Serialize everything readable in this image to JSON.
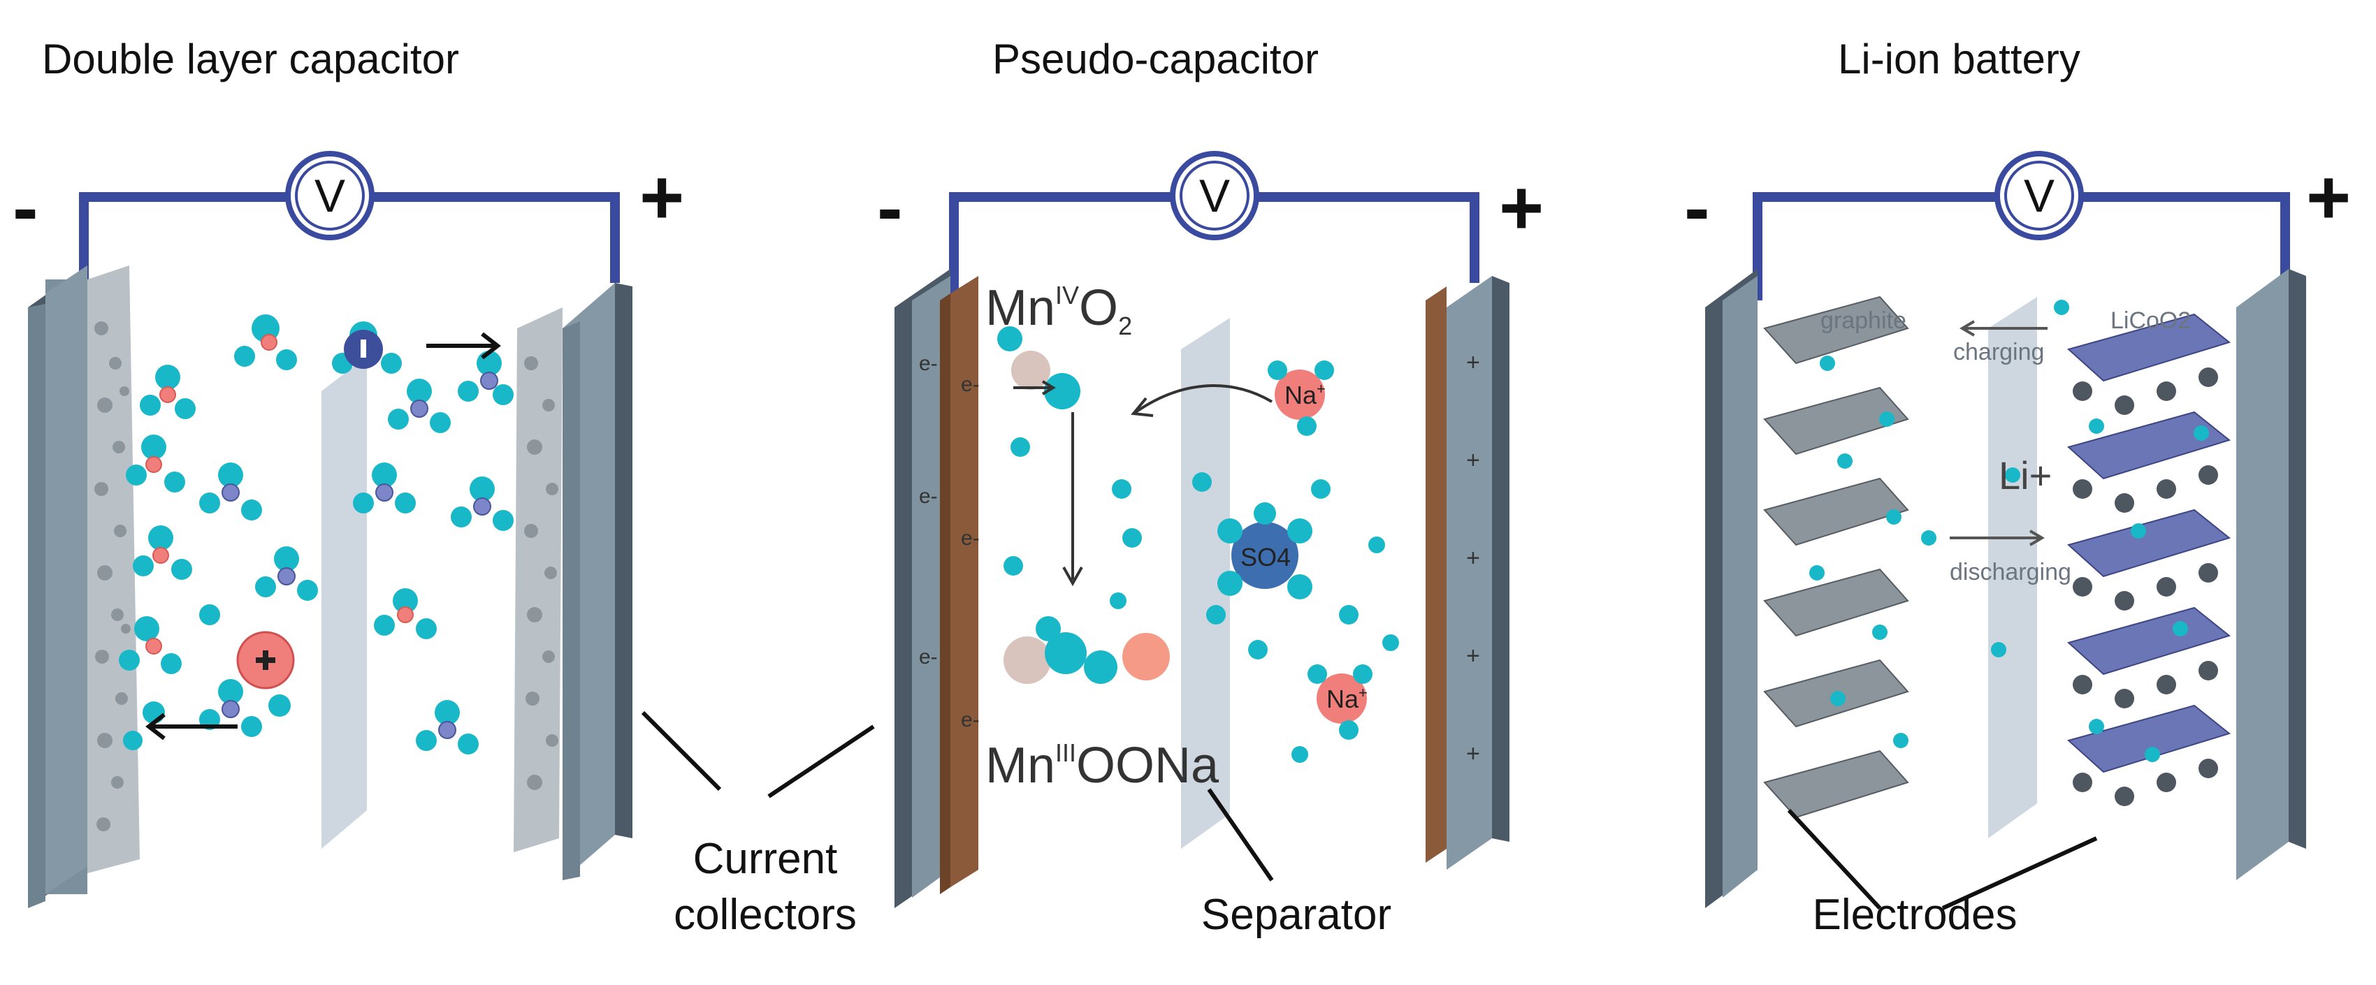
{
  "panels": [
    {
      "title": "Double layer capacitor",
      "negative": "-",
      "positive": "+",
      "meter": "V"
    },
    {
      "title": "Pseudo-capacitor",
      "negative": "-",
      "positive": "+",
      "meter": "V",
      "top_species": {
        "base": "Mn",
        "sup": "IV",
        "tail": "O",
        "sub": "2"
      },
      "bottom_species": {
        "base": "Mn",
        "sup": "III",
        "tail": "OONa"
      },
      "cation_1": {
        "base": "Na",
        "sup": "+"
      },
      "cation_2": {
        "base": "Na",
        "sup": "+"
      },
      "anion": "SO4",
      "electron": "e-",
      "plus": "+"
    },
    {
      "title": "Li-ion battery",
      "negative": "-",
      "positive": "+",
      "meter": "V",
      "anode_label": "graphite",
      "cathode_label": "LiCoO2",
      "charging": "charging",
      "discharging": "discharging",
      "ion": "Li+"
    }
  ],
  "callouts": {
    "current_collectors": [
      "Current",
      "collectors"
    ],
    "separator": "Separator",
    "electrodes": "Electrodes"
  },
  "colors": {
    "wire": "#3a4a9f",
    "collector": "#6f8290",
    "collector_dark": "#4b5a66",
    "separator": "#c9d3dc",
    "pseudo_layer": "#8a5a3a",
    "solvent": "#19b8c9",
    "cation": "#f07e7a",
    "anion_core": "#5b6bb5"
  }
}
